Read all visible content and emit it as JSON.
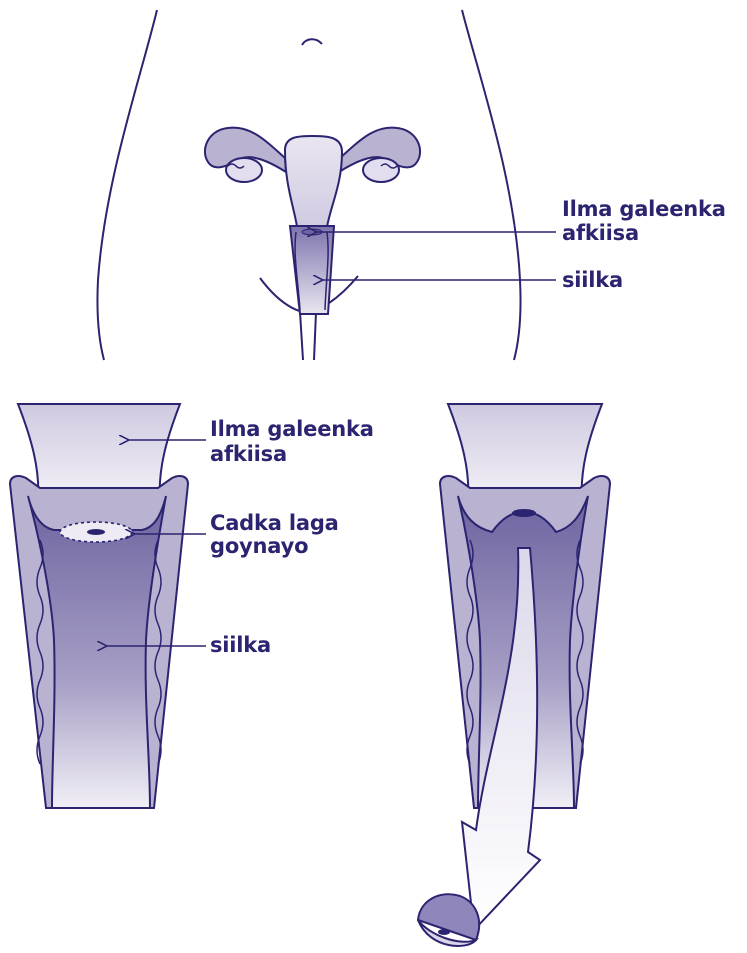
{
  "colors": {
    "outline": "#2b2470",
    "fill_light": "#eeebf4",
    "fill_mid": "#b9b2d1",
    "fill_dark": "#6d63a0"
  },
  "labels": {
    "top_cervix_line1": "Ilma galeenka",
    "top_cervix_line2": "afkiisa",
    "top_vagina": "siilka",
    "bottom_cervix_line1": "Ilma galeenka",
    "bottom_cervix_line2": "afkiisa",
    "bottom_area_line1": "Cadka laga",
    "bottom_area_line2": "goynayo",
    "bottom_vagina": "siilka"
  }
}
